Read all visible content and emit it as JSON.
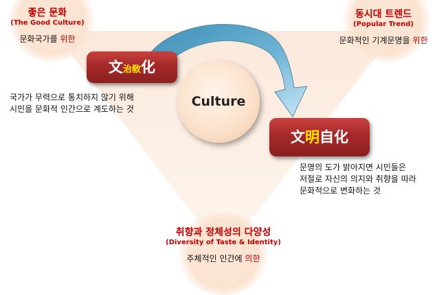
{
  "corners": {
    "top_left": {
      "title": "좋은 문화",
      "subtitle": "(The Good Culture)",
      "line_prefix": "문화국가를 ",
      "line_accent": "위한"
    },
    "top_right": {
      "title": "동시대 트렌드",
      "subtitle": "(Popular Trend)",
      "line_prefix": "문화적인 기계문명을 ",
      "line_accent": "위한"
    },
    "bottom": {
      "title": "취향과 정체성의 다양성",
      "subtitle": "(Diversity of Taste & Identity)",
      "line_prefix": "주체적인 인간에 ",
      "line_accent": "의한"
    }
  },
  "center": {
    "label": "Culture"
  },
  "box_left": {
    "char1": "文",
    "char2": "治",
    "char3": "敎",
    "char4": "化",
    "desc_lines": [
      "국가가 무력으로 통치하지 않기 위해",
      "시민을 문화적 인간으로 계도하는 것"
    ]
  },
  "box_right": {
    "char1": "文",
    "char2": "明",
    "char3": "自",
    "char4": "化",
    "desc_lines": [
      "문명의 도가 밝아지면 시민들은",
      "저절로 자신의 의지와 취향을 따라",
      "문화적으로 변화하는 것"
    ]
  },
  "colors": {
    "accent_red": "#c00000",
    "box_red": "#a52a2a",
    "gold": "#ffe100",
    "arrow_blue": "#5aa6c8",
    "triangle_fill": "#fdf3ea"
  }
}
